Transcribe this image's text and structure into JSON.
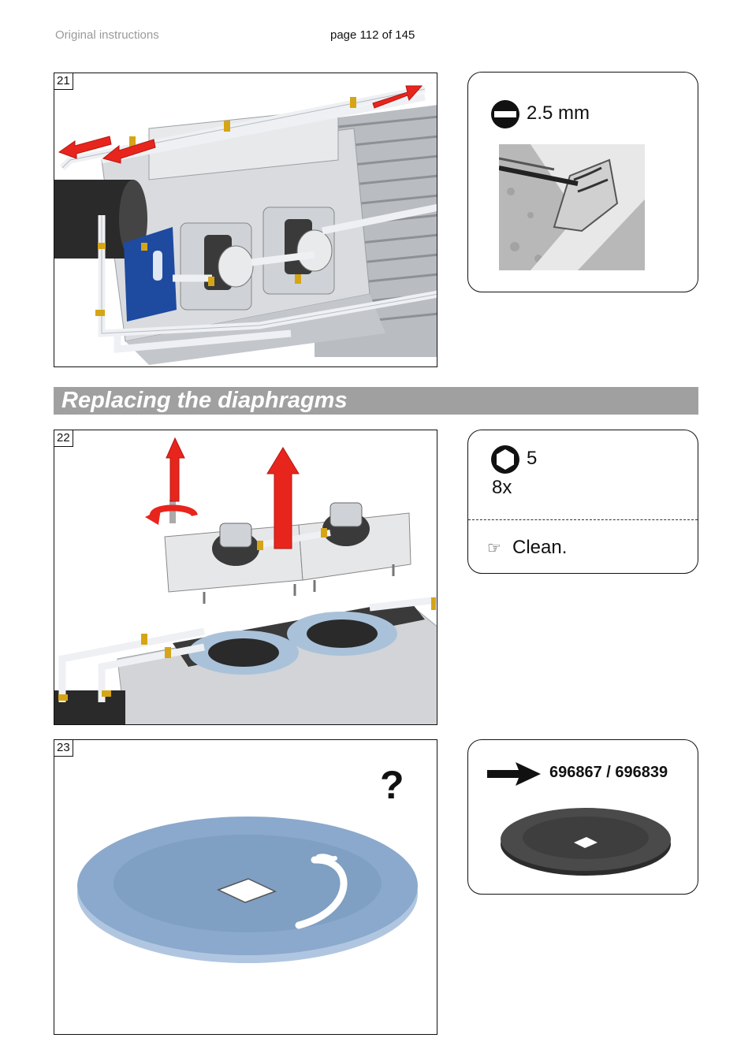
{
  "header": {
    "left_text": "Original instructions",
    "page_text": "page 112 of 145"
  },
  "section": {
    "title": "Replacing the diaphragms"
  },
  "figures": [
    {
      "number": "21"
    },
    {
      "number": "22"
    },
    {
      "number": "23"
    }
  ],
  "tool_panel_1": {
    "size": "2.5 mm",
    "icon": "flat-screwdriver-icon"
  },
  "tool_panel_2": {
    "size": "5",
    "count": "8x",
    "icon": "hex-socket-icon",
    "note_icon": "pointing-hand-icon",
    "note_glyph": "☞",
    "note": "Clean."
  },
  "figure_23": {
    "question_mark": "?"
  },
  "part_panel": {
    "arrow_icon": "arrow-right-icon",
    "part_numbers": "696867 / 696839"
  },
  "colors": {
    "section_bar": "#a0a0a0",
    "arrow_red": "#e8251d",
    "fitting_gold": "#d6a516",
    "bracket_blue": "#1e4aa0",
    "diaphragm_blue": "#8aa9cc",
    "diaphragm_dark": "#404040"
  }
}
